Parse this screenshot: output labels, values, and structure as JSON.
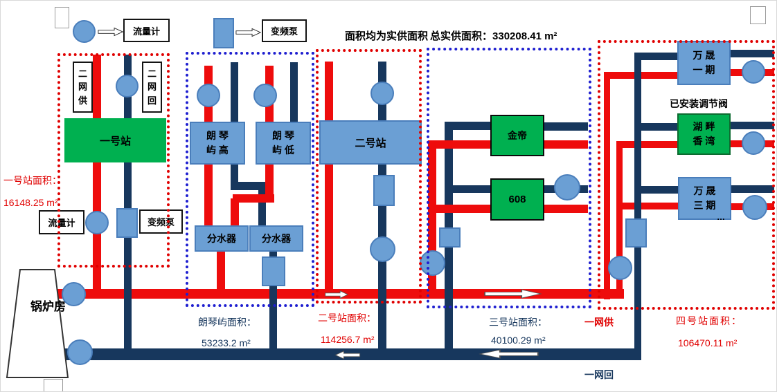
{
  "colors": {
    "supply_pipe_red": "#ee0c0c",
    "return_pipe_navy": "#17375d",
    "equipment_blue": "#6b9fd4",
    "building_green": "#00b050",
    "group_border_red": "#e00000",
    "group_border_blue": "#1f1fd0"
  },
  "legend": {
    "flow_meter_label": "流量计",
    "pump_label": "变频泵"
  },
  "header": {
    "note": "面积均为实供面积",
    "total_label": "总实供面积：",
    "total_value": "330208.41 m²"
  },
  "boiler": {
    "label": "锅炉房"
  },
  "mains": {
    "supply_label": "一网供",
    "return_label": "一网回"
  },
  "station1": {
    "name": "一号站",
    "supply_label": "二网供",
    "return_label": "二网回",
    "flow_meter_label": "流量计",
    "pump_label": "变频泵",
    "area_label": "一号站面积：",
    "area_value": "16148.25 m²"
  },
  "langqinyu": {
    "high_label": "朗 琴\n屿 高",
    "low_label": "朗 琴\n屿 低",
    "distributor_label": "分水器",
    "area_label": "朗琴屿面积：",
    "area_value": "53233.2 m²"
  },
  "station2": {
    "name": "二号站",
    "area_label": "二号站面积：",
    "area_value": "114256.7 m²"
  },
  "station3": {
    "jindi_label": "金帝",
    "b608_label": "608",
    "area_label": "三号站面积：",
    "area_value": "40100.29 m²"
  },
  "station4": {
    "wansheng1_label": "万 晟\n一 期",
    "valve_note": "已安装调节阀",
    "hupan_label": "湖 畔\n香 湾",
    "wansheng3_label": "万 晟\n三 期",
    "ellipsis": "…",
    "area_label": "四号站面积：",
    "area_value": "106470.11 m²"
  }
}
